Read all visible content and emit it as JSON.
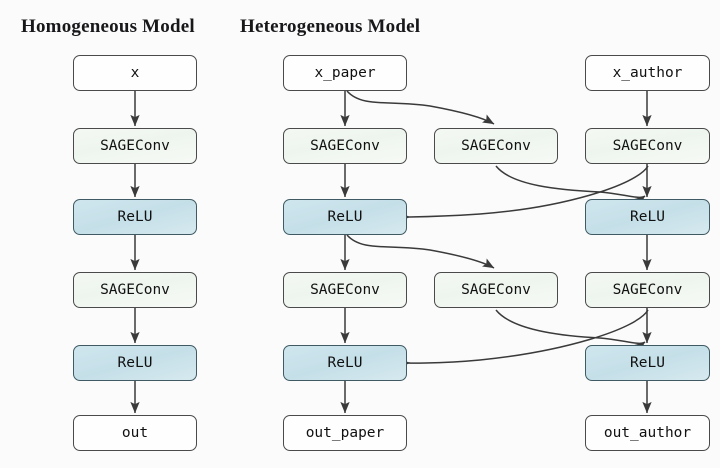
{
  "figure": {
    "background_color": "#fbfbfb",
    "node_colors": {
      "plain": "#fefefe",
      "conv": "#f2f7f1",
      "relu": "#cbe3ec",
      "border": "#4a4a4a",
      "edge": "#3a3a3a"
    }
  },
  "panels": [
    {
      "id": "homogeneous",
      "title": "Homogeneous Model",
      "nodes": {
        "input": "x",
        "conv1": "SAGEConv",
        "relu1": "ReLU",
        "conv2": "SAGEConv",
        "relu2": "ReLU",
        "output": "out"
      }
    },
    {
      "id": "heterogeneous",
      "title": "Heterogeneous Model",
      "nodes": {
        "input_paper": "x_paper",
        "input_author": "x_author",
        "conv1_paper": "SAGEConv",
        "conv1_middle": "SAGEConv",
        "conv1_author": "SAGEConv",
        "relu1_paper": "ReLU",
        "relu1_author": "ReLU",
        "conv2_paper": "SAGEConv",
        "conv2_middle": "SAGEConv",
        "conv2_author": "SAGEConv",
        "relu2_paper": "ReLU",
        "relu2_author": "ReLU",
        "output_paper": "out_paper",
        "output_author": "out_author"
      }
    }
  ]
}
